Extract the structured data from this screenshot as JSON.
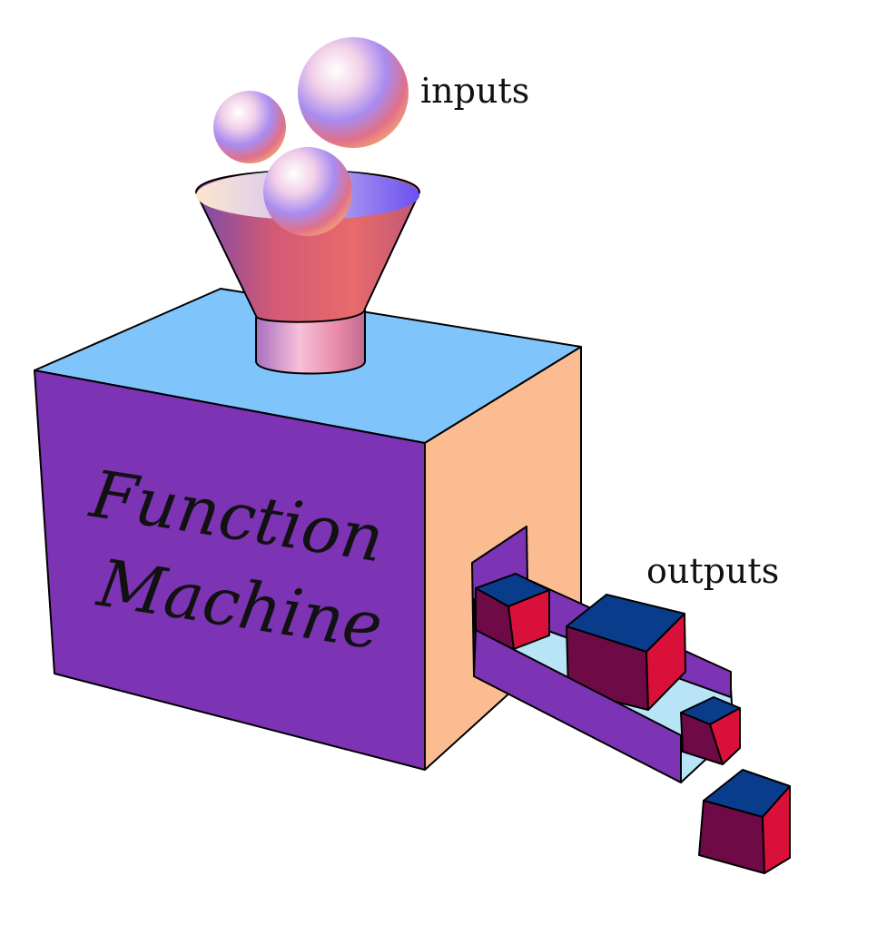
{
  "labels": {
    "inputs": "inputs",
    "outputs": "outputs",
    "title_line1": "Function",
    "title_line2": "Machine"
  },
  "colors": {
    "box_front": "#7c33b4",
    "box_top": "#80c4fc",
    "box_side": "#fcbc92",
    "cube_top": "#0a3c8c",
    "cube_front": "#6e0a46",
    "cube_side": "#d8103a",
    "chute": "#7c33b4",
    "chute_floor": "#b8e4f8",
    "funnel": "#e46a74",
    "sphere": "#c8a8e8"
  },
  "icons": [
    "sphere-input",
    "funnel",
    "machine-box",
    "chute",
    "cube-output"
  ]
}
